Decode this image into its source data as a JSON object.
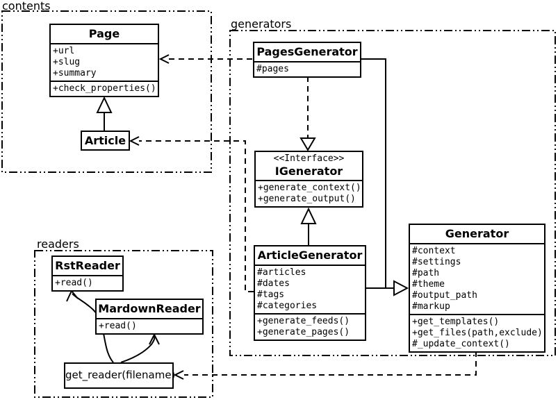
{
  "diagram": {
    "packages": {
      "contents": {
        "label": "contents"
      },
      "generators": {
        "label": "generators"
      },
      "readers": {
        "label": "readers"
      }
    },
    "classes": {
      "page": {
        "title": "Page",
        "attrs": [
          "+url",
          "+slug",
          "+summary"
        ],
        "methods": [
          "+check_properties()"
        ]
      },
      "article": {
        "title": "Article"
      },
      "pages_generator": {
        "title": "PagesGenerator",
        "attrs": [
          "#pages"
        ]
      },
      "igenerator": {
        "stereotype": "<<Interface>>",
        "title": "IGenerator",
        "methods": [
          "+generate_context()",
          "+generate_output()"
        ]
      },
      "article_generator": {
        "title": "ArticleGenerator",
        "attrs": [
          "#articles",
          "#dates",
          "#tags",
          "#categories"
        ],
        "methods": [
          "+generate_feeds()",
          "+generate_pages()"
        ]
      },
      "generator": {
        "title": "Generator",
        "attrs": [
          "#context",
          "#settings",
          "#path",
          "#theme",
          "#output_path",
          "#markup"
        ],
        "methods": [
          "+get_templates()",
          "+get_files(path,exclude)",
          "#_update_context()"
        ]
      },
      "rst_reader": {
        "title": "RstReader",
        "methods": [
          "+read()"
        ]
      },
      "markdown_reader": {
        "title": "MardownReader",
        "methods": [
          "+read()"
        ]
      },
      "get_reader": {
        "title": "get_reader(filename)"
      }
    },
    "relationships": [
      {
        "from": "Article",
        "to": "Page",
        "type": "generalization"
      },
      {
        "from": "PagesGenerator",
        "to": "Page",
        "type": "dependency"
      },
      {
        "from": "ArticleGenerator",
        "to": "Article",
        "type": "dependency"
      },
      {
        "from": "PagesGenerator",
        "to": "IGenerator",
        "type": "realization"
      },
      {
        "from": "ArticleGenerator",
        "to": "IGenerator",
        "type": "generalization"
      },
      {
        "from": "PagesGenerator",
        "to": "Generator",
        "type": "generalization"
      },
      {
        "from": "ArticleGenerator",
        "to": "Generator",
        "type": "generalization"
      },
      {
        "from": "Generator",
        "to": "get_reader(filename)",
        "type": "dependency"
      },
      {
        "from": "get_reader(filename)",
        "to": "RstReader",
        "type": "dependency"
      },
      {
        "from": "get_reader(filename)",
        "to": "MardownReader",
        "type": "dependency"
      }
    ],
    "colors": {
      "line": "#000000",
      "background": "#ffffff"
    }
  }
}
